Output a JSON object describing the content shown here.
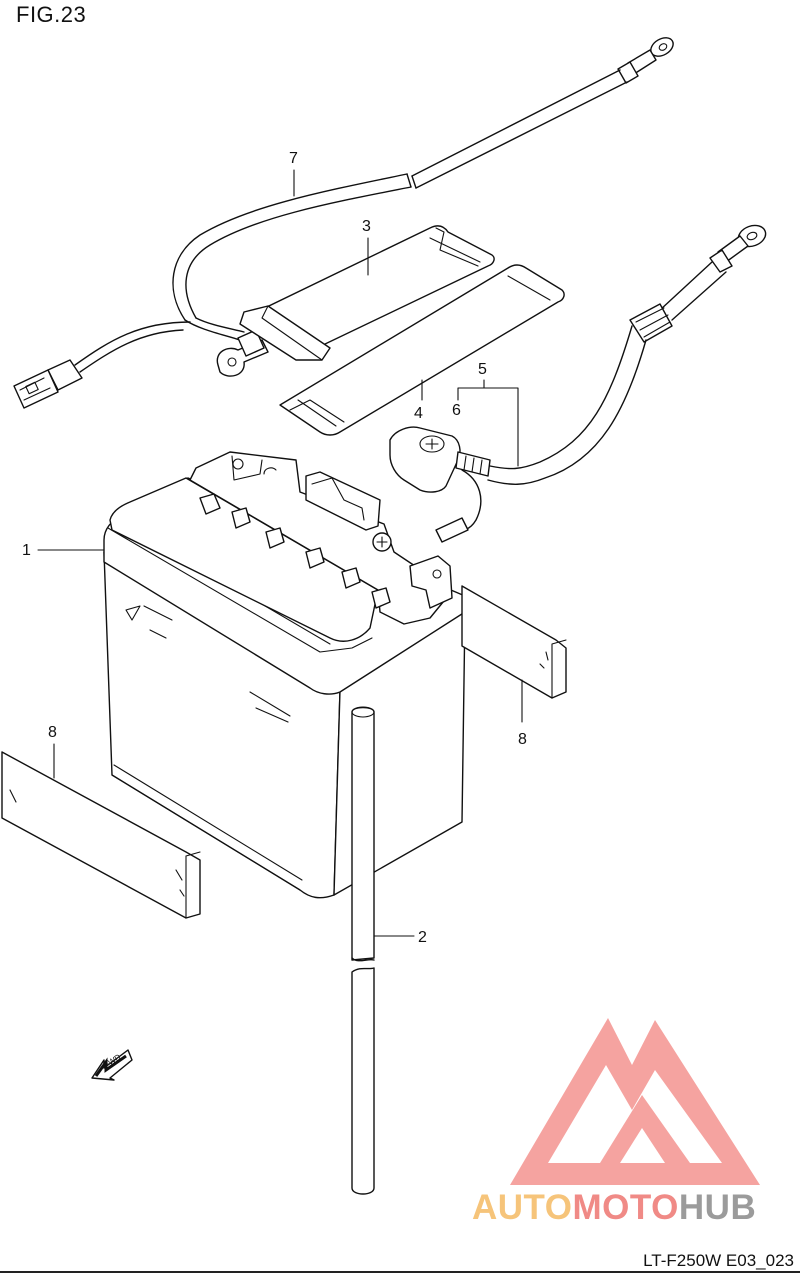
{
  "figure": {
    "title": "FIG.23",
    "code": "LT-F250W E03_023"
  },
  "callouts": [
    {
      "id": "1",
      "label": "1"
    },
    {
      "id": "2",
      "label": "2"
    },
    {
      "id": "3",
      "label": "3"
    },
    {
      "id": "4",
      "label": "4"
    },
    {
      "id": "5",
      "label": "5"
    },
    {
      "id": "6",
      "label": "6"
    },
    {
      "id": "7",
      "label": "7"
    },
    {
      "id": "8a",
      "label": "8"
    },
    {
      "id": "8b",
      "label": "8"
    }
  ],
  "fwd_label": "FWD",
  "watermark": {
    "part1": "AUTO",
    "part2": "MOTO",
    "part3": "HUB",
    "colors": {
      "auto": "#f6c47a",
      "moto": "#f08a86",
      "hub": "#9b9b9b",
      "mark": "#f59a96"
    }
  }
}
